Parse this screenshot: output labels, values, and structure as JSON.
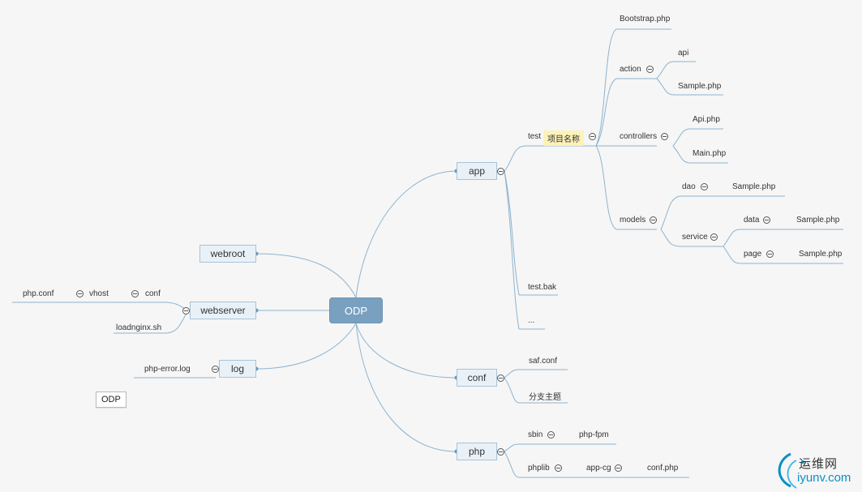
{
  "root": {
    "label": "ODP"
  },
  "branches": {
    "app": "app",
    "conf": "conf",
    "php": "php",
    "webroot": "webroot",
    "webserver": "webserver",
    "log": "log"
  },
  "app": {
    "test": "test",
    "test_tag": "项目名称",
    "bootstrap": "Bootstrap.php",
    "action": "action",
    "action_api": "api",
    "action_sample": "Sample.php",
    "controllers": "controllers",
    "controllers_api": "Api.php",
    "controllers_main": "Main.php",
    "models": "models",
    "dao": "dao",
    "dao_sample": "Sample.php",
    "service": "service",
    "data": "data",
    "data_sample": "Sample.php",
    "page": "page",
    "page_sample": "Sample.php",
    "testbak": "test.bak",
    "ellipsis": "..."
  },
  "conf": {
    "saf": "saf.conf",
    "branch_topic": "分支主题"
  },
  "php": {
    "sbin": "sbin",
    "phpfpm": "php-fpm",
    "phplib": "phplib",
    "appcg": "app-cg",
    "confphp": "conf.php"
  },
  "webserver": {
    "phpconf": "php.conf",
    "vhost": "vhost",
    "conf": "conf",
    "loadnginx": "loadnginx.sh"
  },
  "log": {
    "phperror": "php-error.log"
  },
  "floating": {
    "label": "ODP"
  },
  "watermark": {
    "cn": "运维网",
    "en": "iyunv.com"
  }
}
